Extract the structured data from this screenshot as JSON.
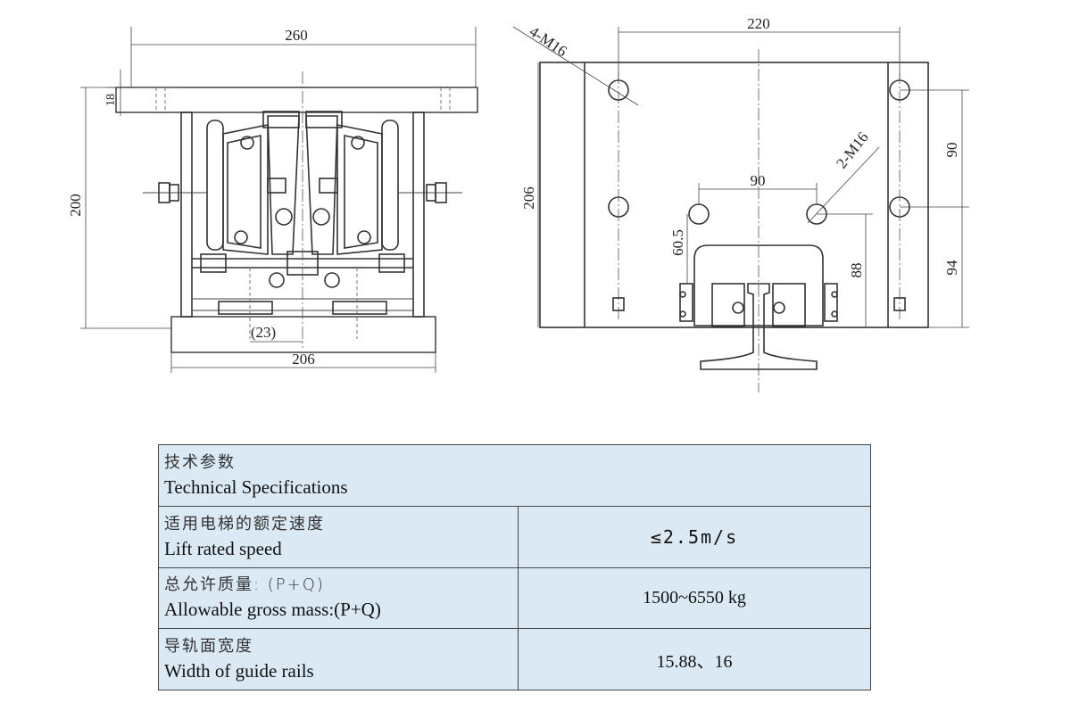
{
  "drawing": {
    "front_view": {
      "dim_top_width": "260",
      "dim_plate_thickness": "18",
      "dim_height": "200",
      "dim_offset": "(23)",
      "dim_base_width": "206"
    },
    "side_view": {
      "dim_hole_spacing": "220",
      "dim_bolt_holes": "4-M16",
      "dim_inner_holes": "2-M16",
      "dim_inner_spacing": "90",
      "dim_height": "206",
      "dim_vertical_spacing": "90",
      "dim_rail_offset": "60.5",
      "dim_rail_height": "88",
      "dim_lower_height": "94"
    }
  },
  "specs": {
    "header": {
      "zh": "技术参数",
      "en": "Technical Specifications"
    },
    "rows": [
      {
        "zh": "适用电梯的额定速度",
        "en": "Lift rated speed",
        "value": "≤2.5m/s"
      },
      {
        "zh": "总允许质量: (P+Q)",
        "en": "Allowable gross mass:(P+Q)",
        "value": "1500~6550 kg"
      },
      {
        "zh": "导轨面宽度",
        "en": "Width of guide rails",
        "value": "15.88、16"
      }
    ]
  }
}
